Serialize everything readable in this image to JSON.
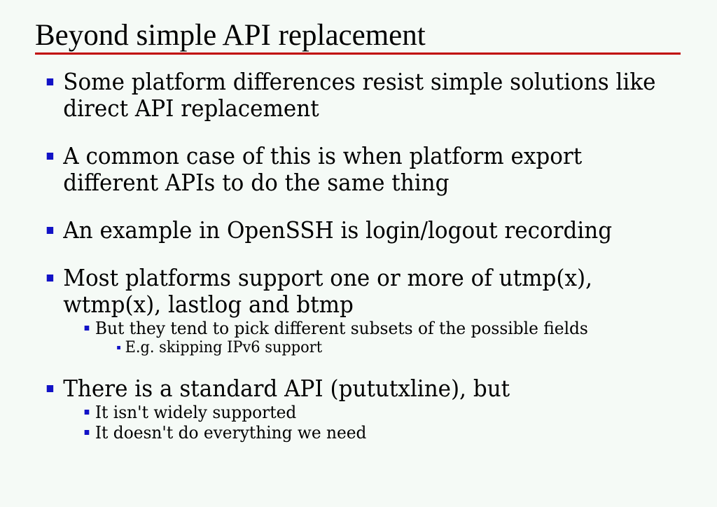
{
  "slide": {
    "title": "Beyond simple API replacement",
    "accent_rule_color": "#c00000",
    "bullet_color": "#1212c6",
    "background_color": "#f5faf6",
    "text_color": "#000000",
    "content": [
      {
        "level": 1,
        "marker": "square-bullet",
        "text": "Some platform differences resist simple solutions like direct API replacement"
      },
      {
        "level": 1,
        "marker": "square-bullet",
        "text": "A common case of this is when platform export different APIs to do the same thing"
      },
      {
        "level": 1,
        "marker": "square-bullet",
        "text": "An example in OpenSSH is login/logout recording"
      },
      {
        "level": 1,
        "marker": "square-bullet",
        "text": "Most platforms support one or more of utmp(x), wtmp(x), lastlog and btmp"
      },
      {
        "level": 2,
        "marker": "square-bullet",
        "text": "But they tend to pick different subsets of the possible fields"
      },
      {
        "level": 3,
        "marker": "square-bullet",
        "text": "E.g. skipping IPv6 support"
      },
      {
        "level": 1,
        "marker": "square-bullet",
        "text": "There is a standard API (pututxline), but"
      },
      {
        "level": 2,
        "marker": "square-bullet",
        "text": "It isn't widely supported"
      },
      {
        "level": 2,
        "marker": "square-bullet",
        "text": "It doesn't do everything we need"
      }
    ]
  }
}
